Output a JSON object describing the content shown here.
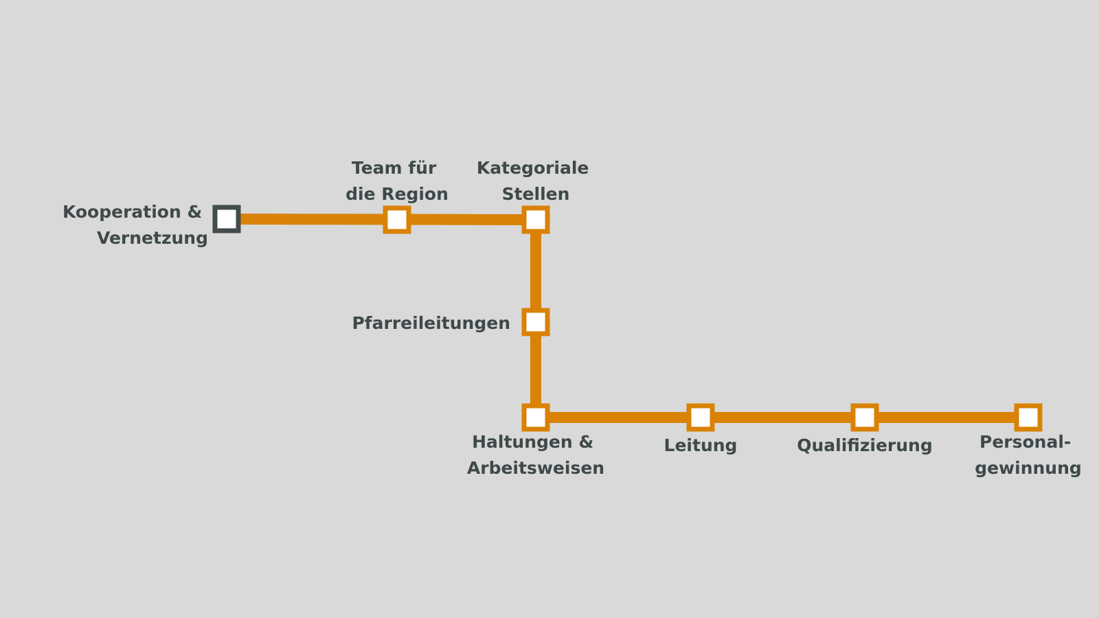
{
  "colors": {
    "background": "#d9d9d9",
    "line": "#d98205",
    "station_fill": "#ffffff",
    "station_stroke": "#d98205",
    "start_stroke": "#424c4c",
    "text": "#3f4949"
  },
  "stations": [
    {
      "id": "kooperation",
      "label_lines": [
        "Kooperation &",
        "Vernetzung"
      ]
    },
    {
      "id": "team",
      "label_lines": [
        "Team für",
        "die Region"
      ]
    },
    {
      "id": "kategoriale",
      "label_lines": [
        "Kategoriale",
        "Stellen"
      ]
    },
    {
      "id": "pfarreileitungen",
      "label_lines": [
        "Pfarreileitungen"
      ]
    },
    {
      "id": "haltungen",
      "label_lines": [
        "Haltungen &",
        "Arbeitsweisen"
      ]
    },
    {
      "id": "leitung",
      "label_lines": [
        "Leitung"
      ]
    },
    {
      "id": "qualifizierung",
      "label_lines": [
        "Qualifizierung"
      ]
    },
    {
      "id": "personal",
      "label_lines": [
        "Personal-",
        "gewinnung"
      ]
    }
  ]
}
